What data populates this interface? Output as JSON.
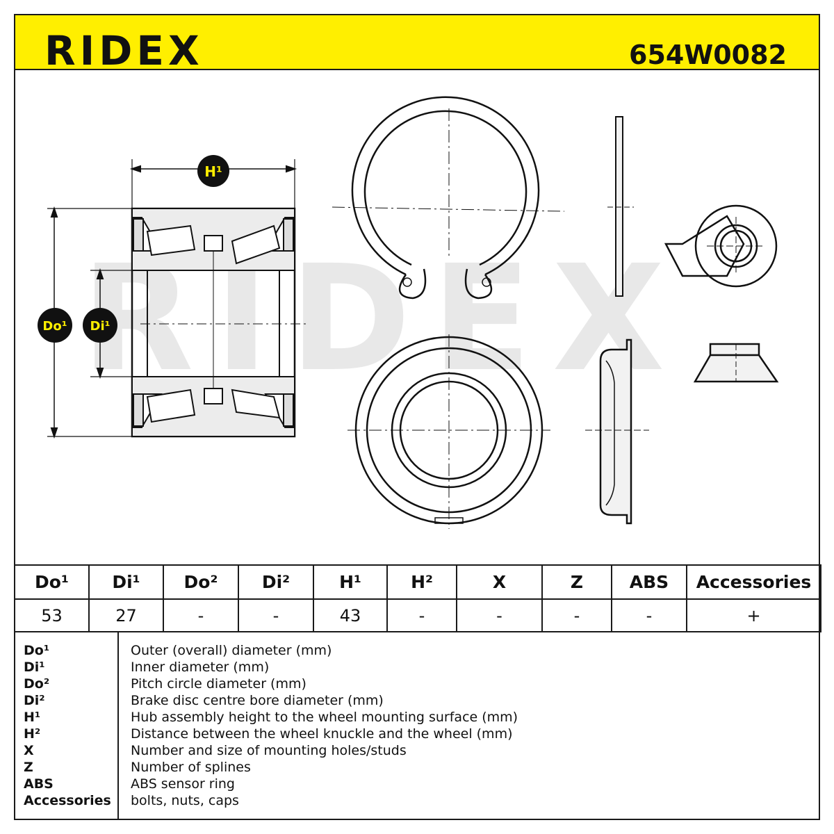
{
  "header": {
    "brand": "RIDEX",
    "part_number": "654W0082"
  },
  "drawing": {
    "watermark": "RIDEX",
    "badges": {
      "h1": "H¹",
      "do1": "Do¹",
      "di1": "Di¹"
    }
  },
  "spec_table": {
    "columns": [
      "Do¹",
      "Di¹",
      "Do²",
      "Di²",
      "H¹",
      "H²",
      "X",
      "Z",
      "ABS",
      "Accessories"
    ],
    "values": [
      "53",
      "27",
      "-",
      "-",
      "43",
      "-",
      "-",
      "-",
      "-",
      "+"
    ]
  },
  "legend": [
    {
      "key": "Do¹",
      "text": "Outer (overall) diameter (mm)"
    },
    {
      "key": "Di¹",
      "text": "Inner diameter (mm)"
    },
    {
      "key": "Do²",
      "text": "Pitch circle diameter (mm)"
    },
    {
      "key": "Di²",
      "text": "Brake disc centre bore diameter (mm)"
    },
    {
      "key": "H¹",
      "text": "Hub assembly height to the wheel mounting surface (mm)"
    },
    {
      "key": "H²",
      "text": "Distance between the wheel knuckle and the wheel (mm)"
    },
    {
      "key": "X",
      "text": "Number and size of mounting holes/studs"
    },
    {
      "key": "Z",
      "text": "Number of splines"
    },
    {
      "key": "ABS",
      "text": "ABS sensor ring"
    },
    {
      "key": "Accessories",
      "text": "bolts, nuts, caps"
    }
  ],
  "colors": {
    "header_yellow": "#ffef00",
    "badge_black": "#111111",
    "badge_text_yellow": "#ffef00",
    "watermark_gray": "#e6e6e6"
  }
}
